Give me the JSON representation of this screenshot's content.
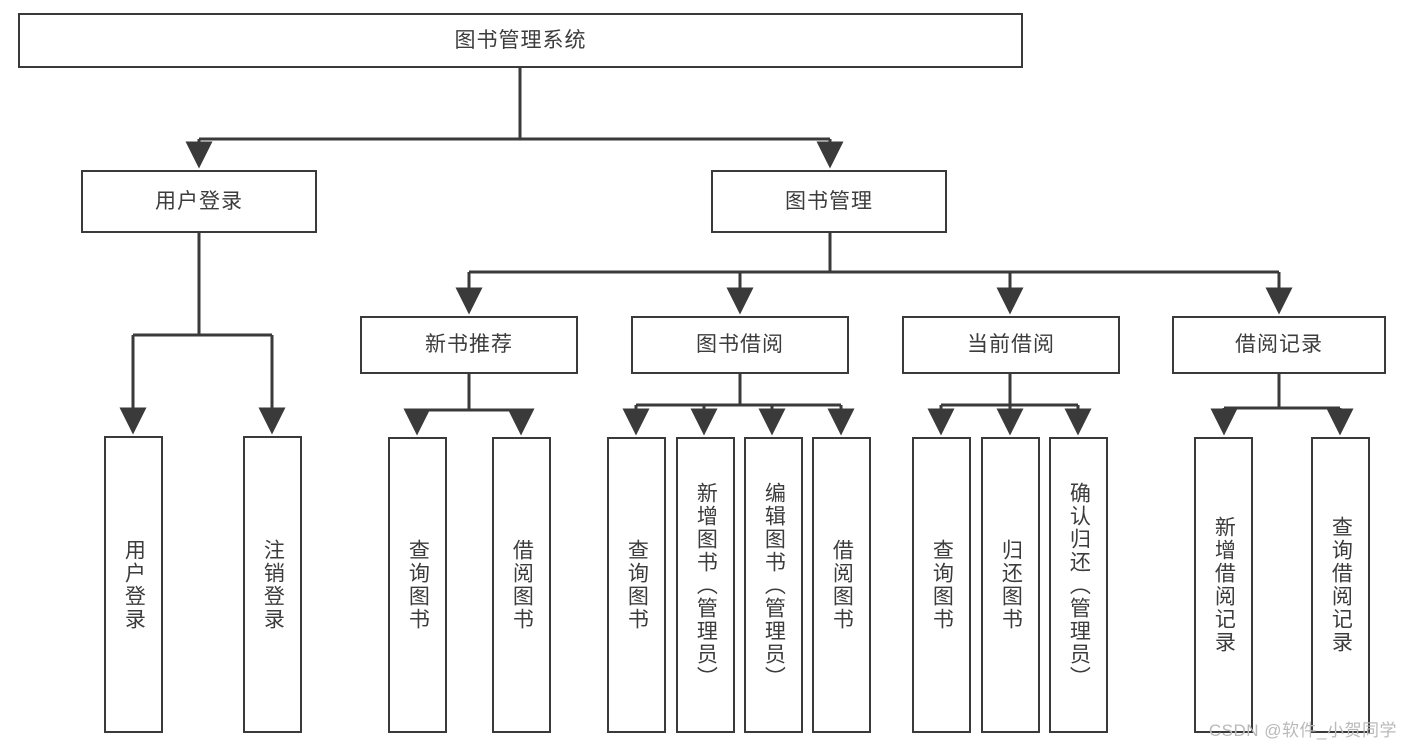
{
  "diagram": {
    "title": "图书管理系统",
    "type": "tree",
    "watermark": "CSDN @软件_小贺同学",
    "colors": {
      "stroke": "#3a3a3a",
      "text": "#3c3c3c",
      "background": "#ffffff",
      "watermark": "#b9b9b9"
    },
    "nodes": {
      "root": "图书管理系统",
      "level2": {
        "user_login": "用户登录",
        "book_manage": "图书管理"
      },
      "level3": {
        "new_book_recommend": "新书推荐",
        "book_borrow": "图书借阅",
        "current_borrow": "当前借阅",
        "borrow_record": "借阅记录"
      },
      "leaves": {
        "user_login_1": "用户登录",
        "user_login_2": "注销登录",
        "recommend_1": "查询图书",
        "recommend_2": "借阅图书",
        "borrow_1": "查询图书",
        "borrow_2": "新增图书（管理员）",
        "borrow_3": "编辑图书（管理员）",
        "borrow_4": "借阅图书",
        "current_1": "查询图书",
        "current_2": "归还图书",
        "current_3": "确认归还（管理员）",
        "record_1": "新增借阅记录",
        "record_2": "查询借阅记录"
      }
    }
  }
}
